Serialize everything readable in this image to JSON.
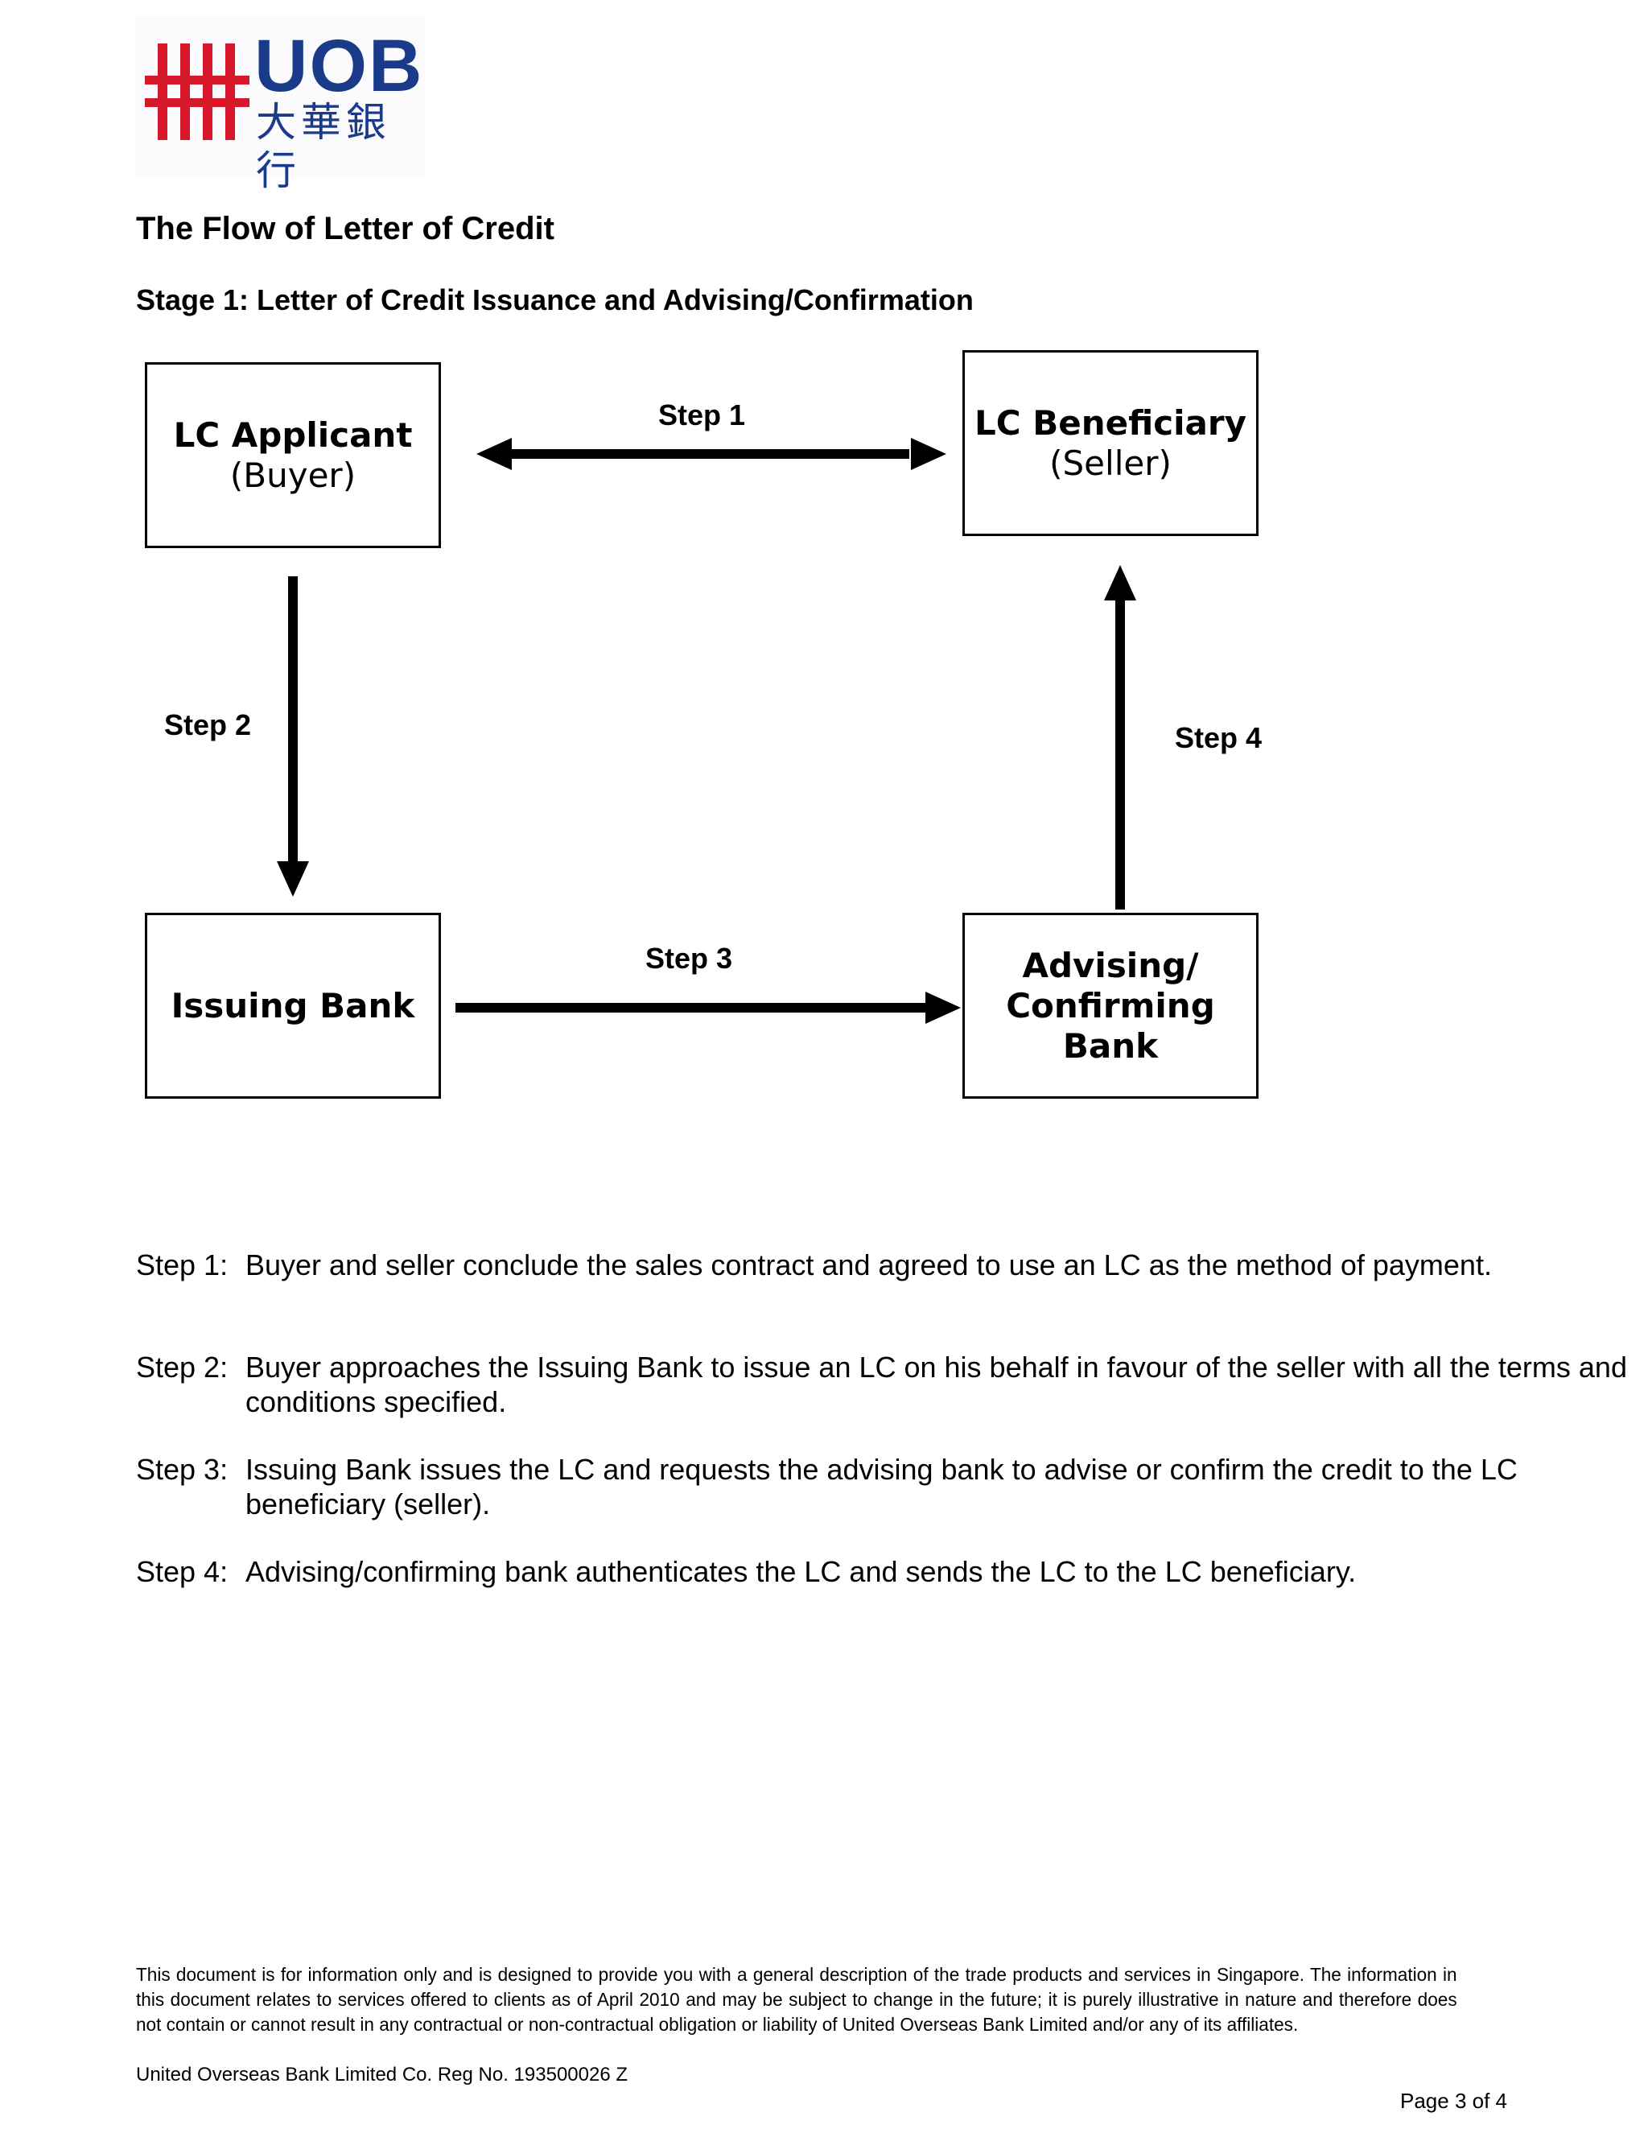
{
  "logo": {
    "name": "UOB",
    "chinese": "大華銀行",
    "colors": {
      "red": "#d7182a",
      "blue": "#1a3a8a"
    }
  },
  "header": {
    "title": "The Flow of Letter of Credit",
    "stage": "Stage 1: Letter of Credit Issuance and Advising/Confirmation"
  },
  "diagram": {
    "applicant": {
      "main": "LC Applicant",
      "sub": "(Buyer)"
    },
    "beneficiary": {
      "main": "LC Beneficiary",
      "sub": "(Seller)"
    },
    "issuing": {
      "main": "Issuing Bank"
    },
    "advising": {
      "line1": "Advising/",
      "line2": "Confirming",
      "line3": "Bank"
    },
    "steps": {
      "s1": "Step 1",
      "s2": "Step 2",
      "s3": "Step 3",
      "s4": "Step 4"
    }
  },
  "descriptions": [
    {
      "num": "Step 1:",
      "text": "Buyer and seller conclude the sales contract and agreed to use an LC as the method of payment."
    },
    {
      "num": "Step 2:",
      "text": "Buyer approaches the Issuing Bank to issue an LC on his behalf in favour of the seller with all the terms and conditions specified."
    },
    {
      "num": "Step 3:",
      "text": "Issuing Bank issues the LC and requests the advising bank to advise or confirm the credit to the LC beneficiary (seller)."
    },
    {
      "num": "Step 4:",
      "text": "Advising/confirming bank authenticates the LC and sends the LC to the LC beneficiary."
    }
  ],
  "footer": {
    "disclaimer": "This document is for information only and is designed to provide you with a general description of the trade products and services  in Singapore. The information in this document relates to services offered to clients as of April 2010 and may be subject to change in the future; it is purely illustrative in nature and therefore does not contain or cannot result in any contractual or non-contractual obligation or liability of United Overseas Bank Limited and/or any of its affiliates.",
    "reg": "United Overseas Bank Limited Co. Reg No. 193500026 Z",
    "page": "Page 3 of 4"
  }
}
